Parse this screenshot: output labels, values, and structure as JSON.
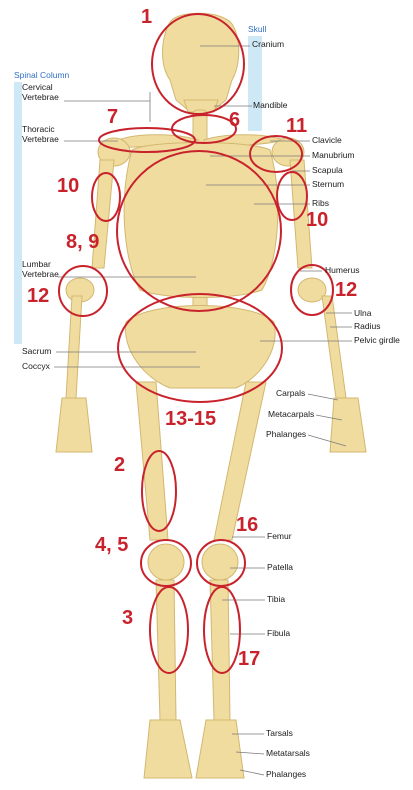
{
  "colors": {
    "bone": "#f1dca0",
    "bone_edge": "#d2b770",
    "highlight_ring": "#c8232c",
    "leader_line": "#7a7a7a",
    "section_bar": "#cfe8f6",
    "section_title": "#2f6fc6"
  },
  "sections": {
    "skull": "Skull",
    "spinal_column": "Spinal Column"
  },
  "labels": {
    "cranium": "Cranium",
    "mandible": "Mandible",
    "cervical_vertebrae": "Cervical\nVertebrae",
    "thoracic_vertebrae": "Thoracic\nVertebrae",
    "clavicle": "Clavicle",
    "manubrium": "Manubrium",
    "scapula": "Scapula",
    "sternum": "Sternum",
    "ribs": "Ribs",
    "lumbar_vertebrae": "Lumbar\nVertebrae",
    "humerus": "Humerus",
    "ulna": "Ulna",
    "radius": "Radius",
    "pelvic_girdle": "Pelvic girdle",
    "sacrum": "Sacrum",
    "coccyx": "Coccyx",
    "carpals": "Carpals",
    "metacarpals": "Metacarpals",
    "phalanges_hand": "Phalanges",
    "femur": "Femur",
    "patella": "Patella",
    "tibia": "Tibia",
    "fibula": "Fibula",
    "tarsals": "Tarsals",
    "metatarsals": "Metatarsals",
    "phalanges_foot": "Phalanges"
  },
  "markers": {
    "m1": "1",
    "m2": "2",
    "m3": "3",
    "m4_5": "4, 5",
    "m6": "6",
    "m7": "7",
    "m8_9": "8, 9",
    "m10_left": "10",
    "m10_right": "10",
    "m11": "11",
    "m12_left": "12",
    "m12_right": "12",
    "m13_15": "13-15",
    "m16": "16",
    "m17": "17"
  }
}
